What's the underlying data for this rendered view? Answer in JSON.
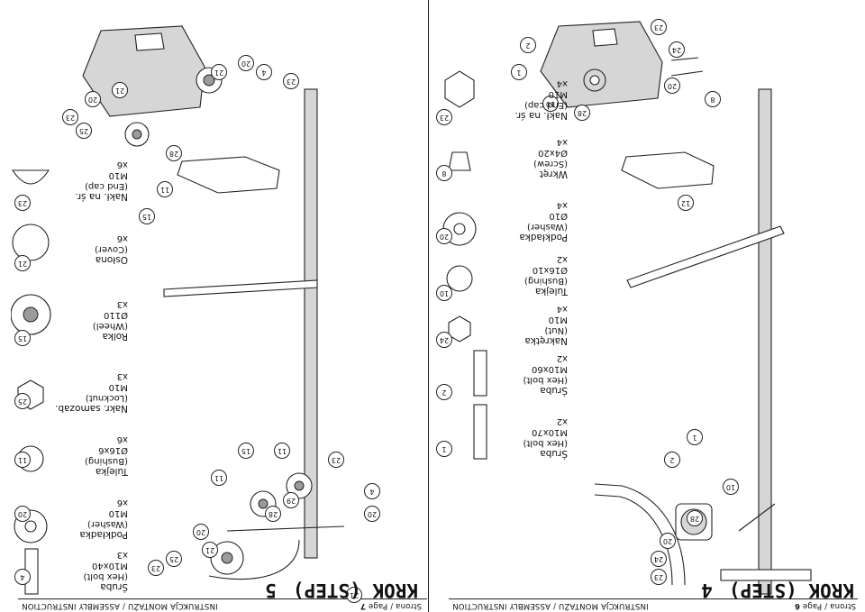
{
  "pages": [
    {
      "id": "left",
      "header_title": "INSTRUKCJA MONTAŻU / ASSEMBLY INSTRUCTION",
      "header_page_prefix": "Strona / Page",
      "header_page_number": "6",
      "step_label": "KROK (STEP)",
      "step_number": "4",
      "parts": [
        {
          "callout": "1",
          "name": "Śruba",
          "eng": "(Hex bolt)",
          "size": "M10x70",
          "qty": "x2"
        },
        {
          "callout": "2",
          "name": "Śruba",
          "eng": "(Hex bolt)",
          "size": "M10x60",
          "qty": "x2"
        },
        {
          "callout": "24",
          "name": "Nakrętka",
          "eng": "(Nut)",
          "size": "M10",
          "qty": "x4"
        },
        {
          "callout": "10",
          "name": "Tulejka",
          "eng": "(Bushing)",
          "size": "Ø16x10",
          "qty": "x2"
        },
        {
          "callout": "20",
          "name": "Podkładka",
          "eng": "(Washer)",
          "size": "Ø10",
          "qty": "x4"
        },
        {
          "callout": "8",
          "name": "Wkręt",
          "eng": "(Screw)",
          "size": "Ø4x20",
          "qty": "x4"
        },
        {
          "callout": "23",
          "name": "Nakł. na śr.",
          "eng": "(End cap)",
          "size": "M10",
          "qty": "x4"
        }
      ],
      "diagram_callouts": [
        "23",
        "24",
        "20",
        "28",
        "10",
        "2",
        "1",
        "12",
        "8",
        "23",
        "24",
        "20",
        "2",
        "1",
        "10",
        "28"
      ]
    },
    {
      "id": "right",
      "header_title": "INSTRUKCJA MONTAŻU / ASSEMBLY INSTRUCTION",
      "header_page_prefix": "Strona / Page",
      "header_page_number": "7",
      "step_label": "KROK (STEP)",
      "step_number": "5",
      "parts": [
        {
          "callout": "4",
          "name": "Śruba",
          "eng": "(Hex bolt)",
          "size": "M10x40",
          "qty": "x3"
        },
        {
          "callout": "20",
          "name": "Podkładka",
          "eng": "(Washer)",
          "size": "M10",
          "qty": "x6"
        },
        {
          "callout": "11",
          "name": "Tulejka",
          "eng": "(Bushing)",
          "size": "Ø16x6",
          "qty": "x6"
        },
        {
          "callout": "25",
          "name": "Nakr. samozab.",
          "eng": "(Locknut)",
          "size": "M10",
          "qty": "x3"
        },
        {
          "callout": "15",
          "name": "Rolka",
          "eng": "(Wheel)",
          "size": "Ø110",
          "qty": "x3"
        },
        {
          "callout": "21",
          "name": "Osłona",
          "eng": "(Cover)",
          "size": "",
          "qty": "x6"
        },
        {
          "callout": "23",
          "name": "Nakł. na śr.",
          "eng": "(End cap)",
          "size": "M10",
          "qty": "x6"
        }
      ],
      "diagram_callouts": [
        "21",
        "20",
        "4",
        "23",
        "28",
        "29",
        "15",
        "11",
        "11",
        "21",
        "20",
        "25",
        "23",
        "28",
        "15",
        "11",
        "21",
        "20",
        "25",
        "23",
        "21",
        "20",
        "4",
        "23"
      ]
    }
  ]
}
